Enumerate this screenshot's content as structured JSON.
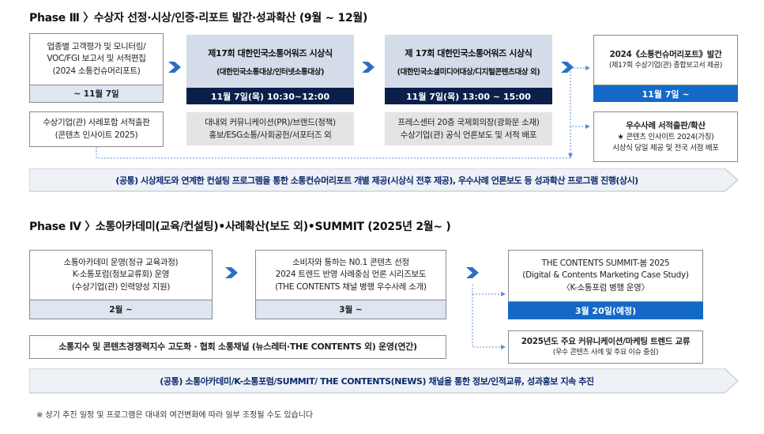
{
  "phase3": {
    "title": "Phase Ⅲ 〉수상자 선정·시상/인증·리포트 발간·성과확산 (9월 ~ 12월)",
    "box1": {
      "lines": [
        "업종별 고객평가 및 모니터링/",
        "VOC/FGI 보고서 및 서적편집",
        "(2024 소통컨슈머리포트)"
      ],
      "date": "~ 11월 7일"
    },
    "box2": {
      "lines": [
        "수상기업(관) 사례포함 서적출판",
        "(콘텐츠 인사이트 2025)"
      ]
    },
    "event1": {
      "title": "제17회 대한민국소통어워즈 시상식",
      "sub": "(대한민국소통대상/인터넷소통대상)",
      "time": "11월 7일(목) 10:30~12:00",
      "details": [
        "대내외 커뮤니케이션(PR)/브랜드(정책)",
        "홍보/ESG소통/사회공헌/서포터즈  외"
      ]
    },
    "event2": {
      "title": "제 17회 대한민국소통어워즈 시상식",
      "sub": "(대한민국소셜미디어대상/디지털콘텐츠대상 외)",
      "time": "11월 7일(목) 13:00 ~ 15:00",
      "details": [
        "프레스센터 20층 국제회의장(광화문  소재)",
        "수상기업(관) 공식 언론보도 및 서적 배포"
      ]
    },
    "report": {
      "lines": [
        "2024《소통컨슈머리포트》발간",
        "(제17회 수상기업(관) 종합보고서 제공)"
      ],
      "date": "11월 7일 ~"
    },
    "publish": {
      "lines": [
        "우수사례 서적출판/확산",
        "★ 콘텐츠 인사이트 2024(가칭)",
        "시상식 당일 제공 및 전국 서점 배포"
      ]
    },
    "common": "(공통) 시상제도와 연계한 컨설팅 프로그램을 통한 소통컨슈머리포트 개별 제공(시상식 전후 제공), 우수사례 언론보도 등 성과확산 프로그램 진행(상시)"
  },
  "phase4": {
    "title": "Phase Ⅳ 〉소통아카데미(교육/컨설팅)•사례확산(보도 외)•SUMMIT (2025년 2월~ )",
    "box1": {
      "lines": [
        "소통아카데미 운영(정규 교육과정)",
        "K-소통포럼(정보교류회)  운영",
        "(수상기업(관) 인력양성 지원)"
      ],
      "date": "2월 ~"
    },
    "box2": {
      "lines": [
        "소비자와 통하는 N0.1 콘텐츠 선정",
        "2024 트렌드 반영 사례중심 언론 시리즈보도",
        "(THE CONTENTS 채널 병행 우수사례 소개)"
      ],
      "date": "3월 ~"
    },
    "summit": {
      "lines": [
        "THE CONTENTS SUMMIT-봄 2025",
        "(Digital & Contents Marketing Case Study)",
        "〈K-소통포럼  병행 운영〉"
      ],
      "date": "3월 20일(예정)"
    },
    "index": "소통지수 및 콘텐츠경쟁력지수 고도화 · 협회 소통채널 (뉴스레터·THE CONTENTS 외) 운영(연간)",
    "trend": {
      "lines": [
        "2025년도 주요 커뮤니케이션/마케팅 트렌드 교류",
        "(우수 콘텐츠 사례 및 주요 이슈 중심)"
      ]
    },
    "common": "(공통) 소통아카데미/K-소통포럼/SUMMIT/ THE CONTENTS(NEWS) 채널을 통한 정보/인적교류, 성과홍보 지속 추진"
  },
  "footnote": "※ 상기 추진 일정 및 프로그램은  대내외 여건변화에  따라 일부 조정될 수도 있습니다",
  "colors": {
    "navy": "#0b1f4b",
    "blue": "#1469c7",
    "arrow": "#2b6fc4",
    "light": "#dde6f1"
  },
  "icons": {
    "arrow": "chevron-right-arrow-icon",
    "connector": "dotted-connector"
  }
}
